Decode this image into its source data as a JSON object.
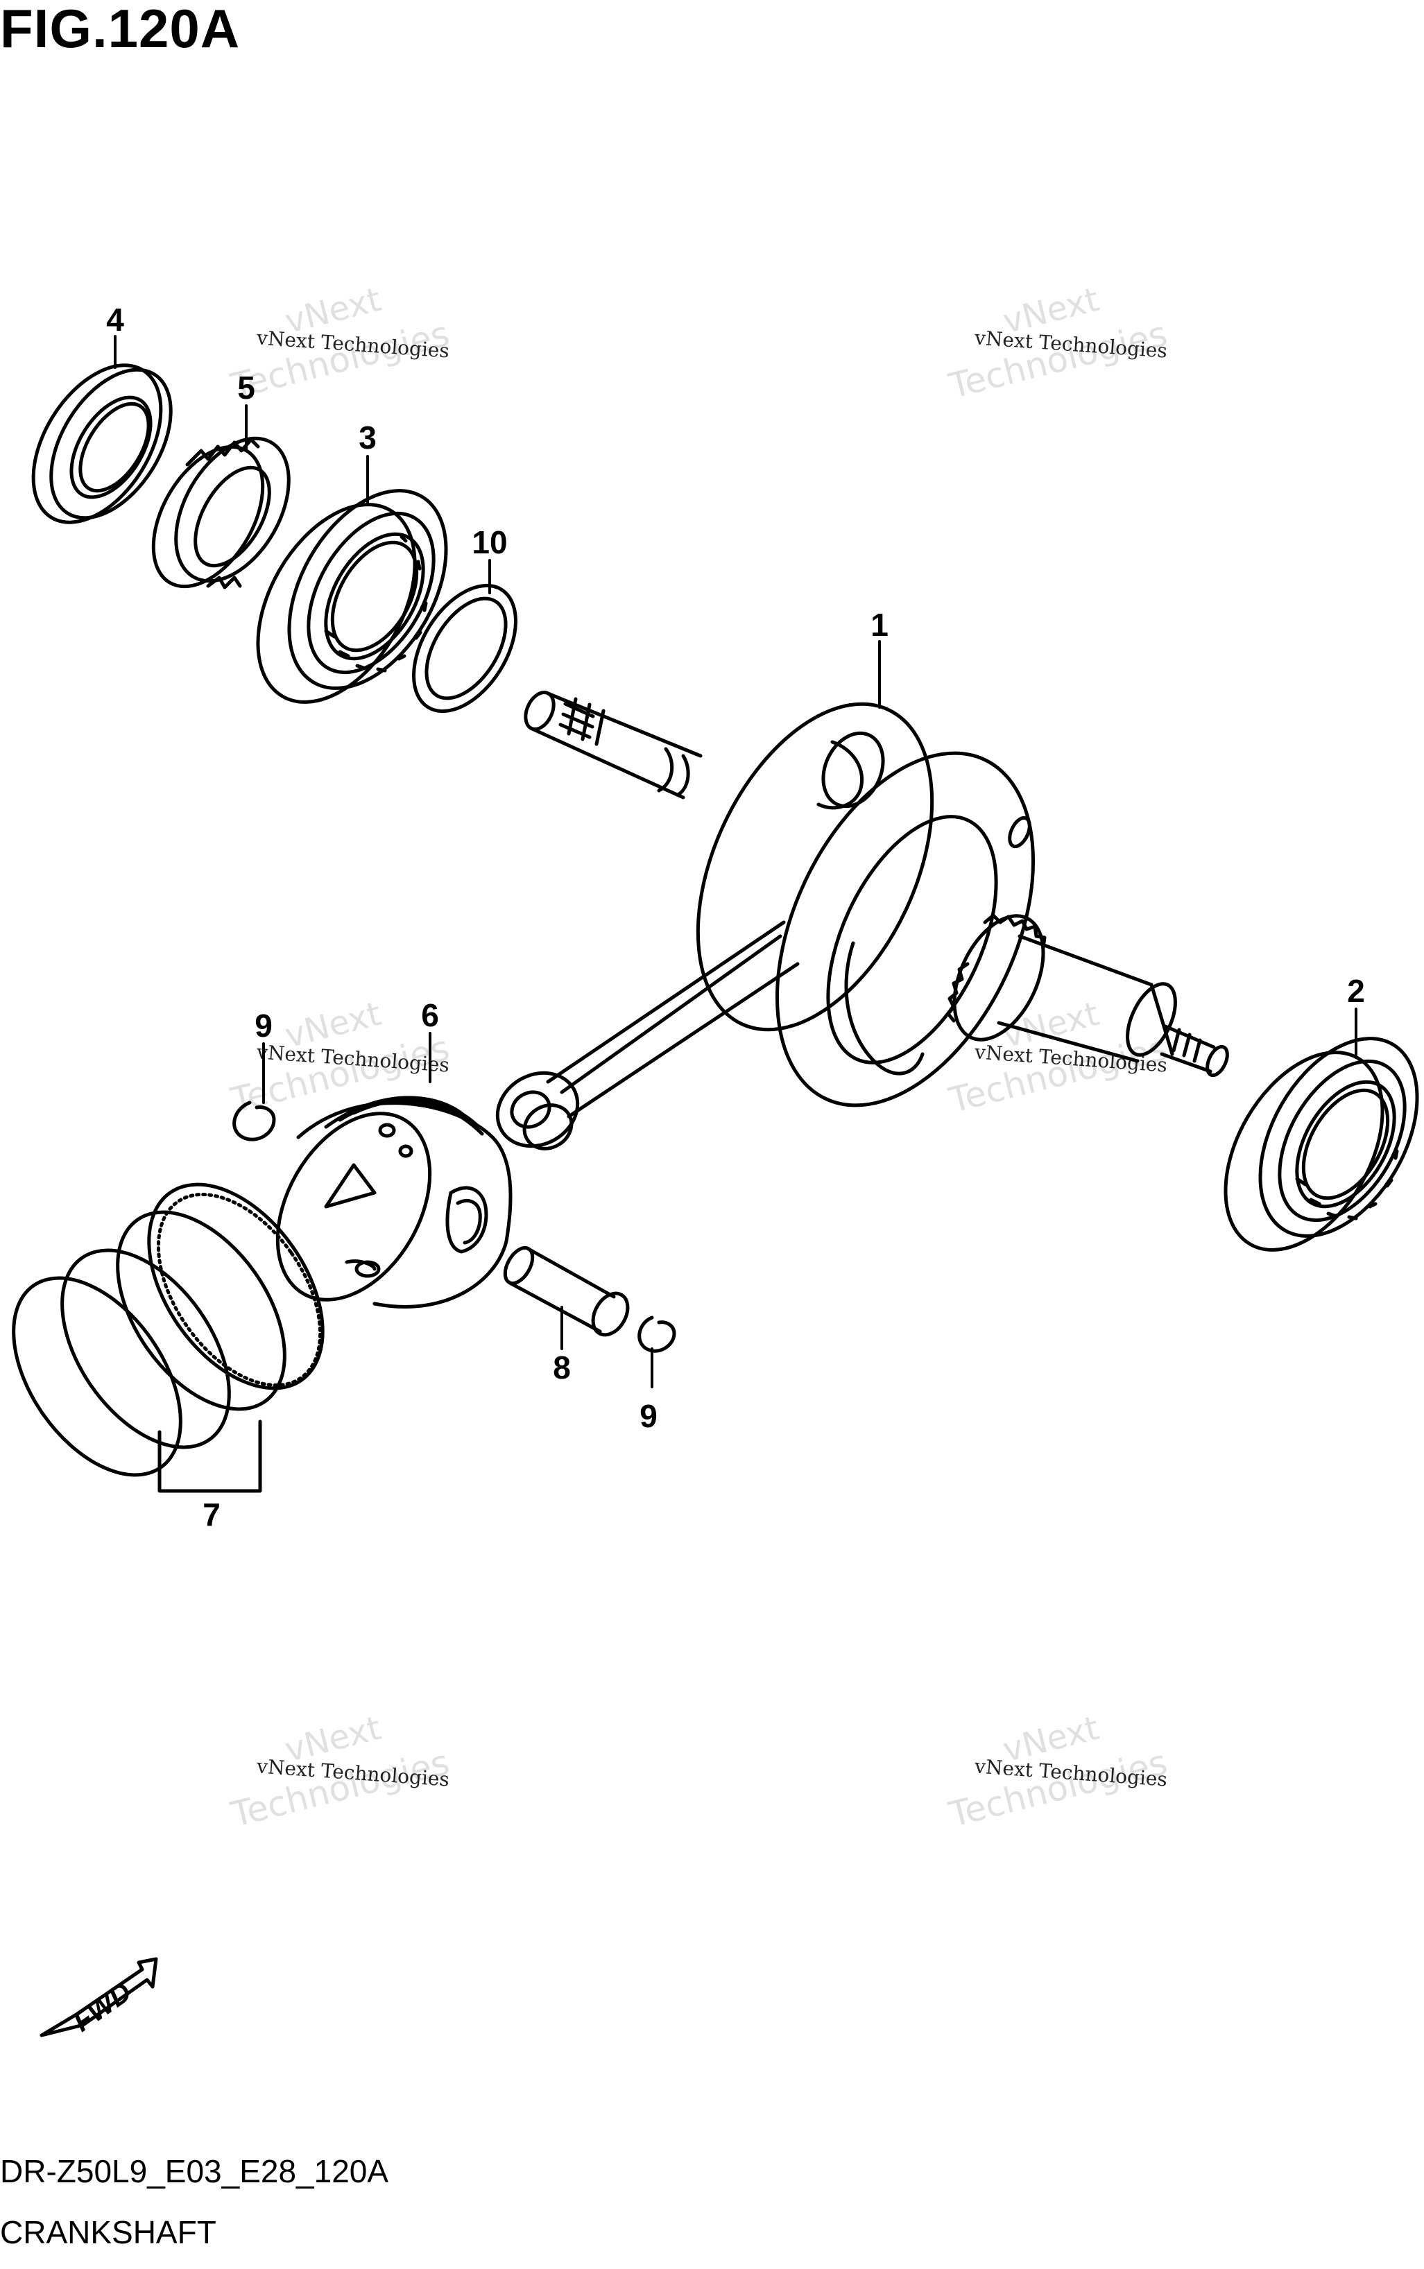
{
  "figure": {
    "title": "FIG.120A",
    "code": "DR-Z50L9_E03_E28_120A",
    "name": "CRANKSHAFT",
    "fwd_label": "FWD"
  },
  "callouts": {
    "c1": "1",
    "c2": "2",
    "c3": "3",
    "c4": "4",
    "c5": "5",
    "c6": "6",
    "c7": "7",
    "c8": "8",
    "c9a": "9",
    "c9b": "9",
    "c10": "10"
  },
  "watermark": {
    "line1": "vNext",
    "line2": "vNext Technologies",
    "line3": "Technologies"
  }
}
